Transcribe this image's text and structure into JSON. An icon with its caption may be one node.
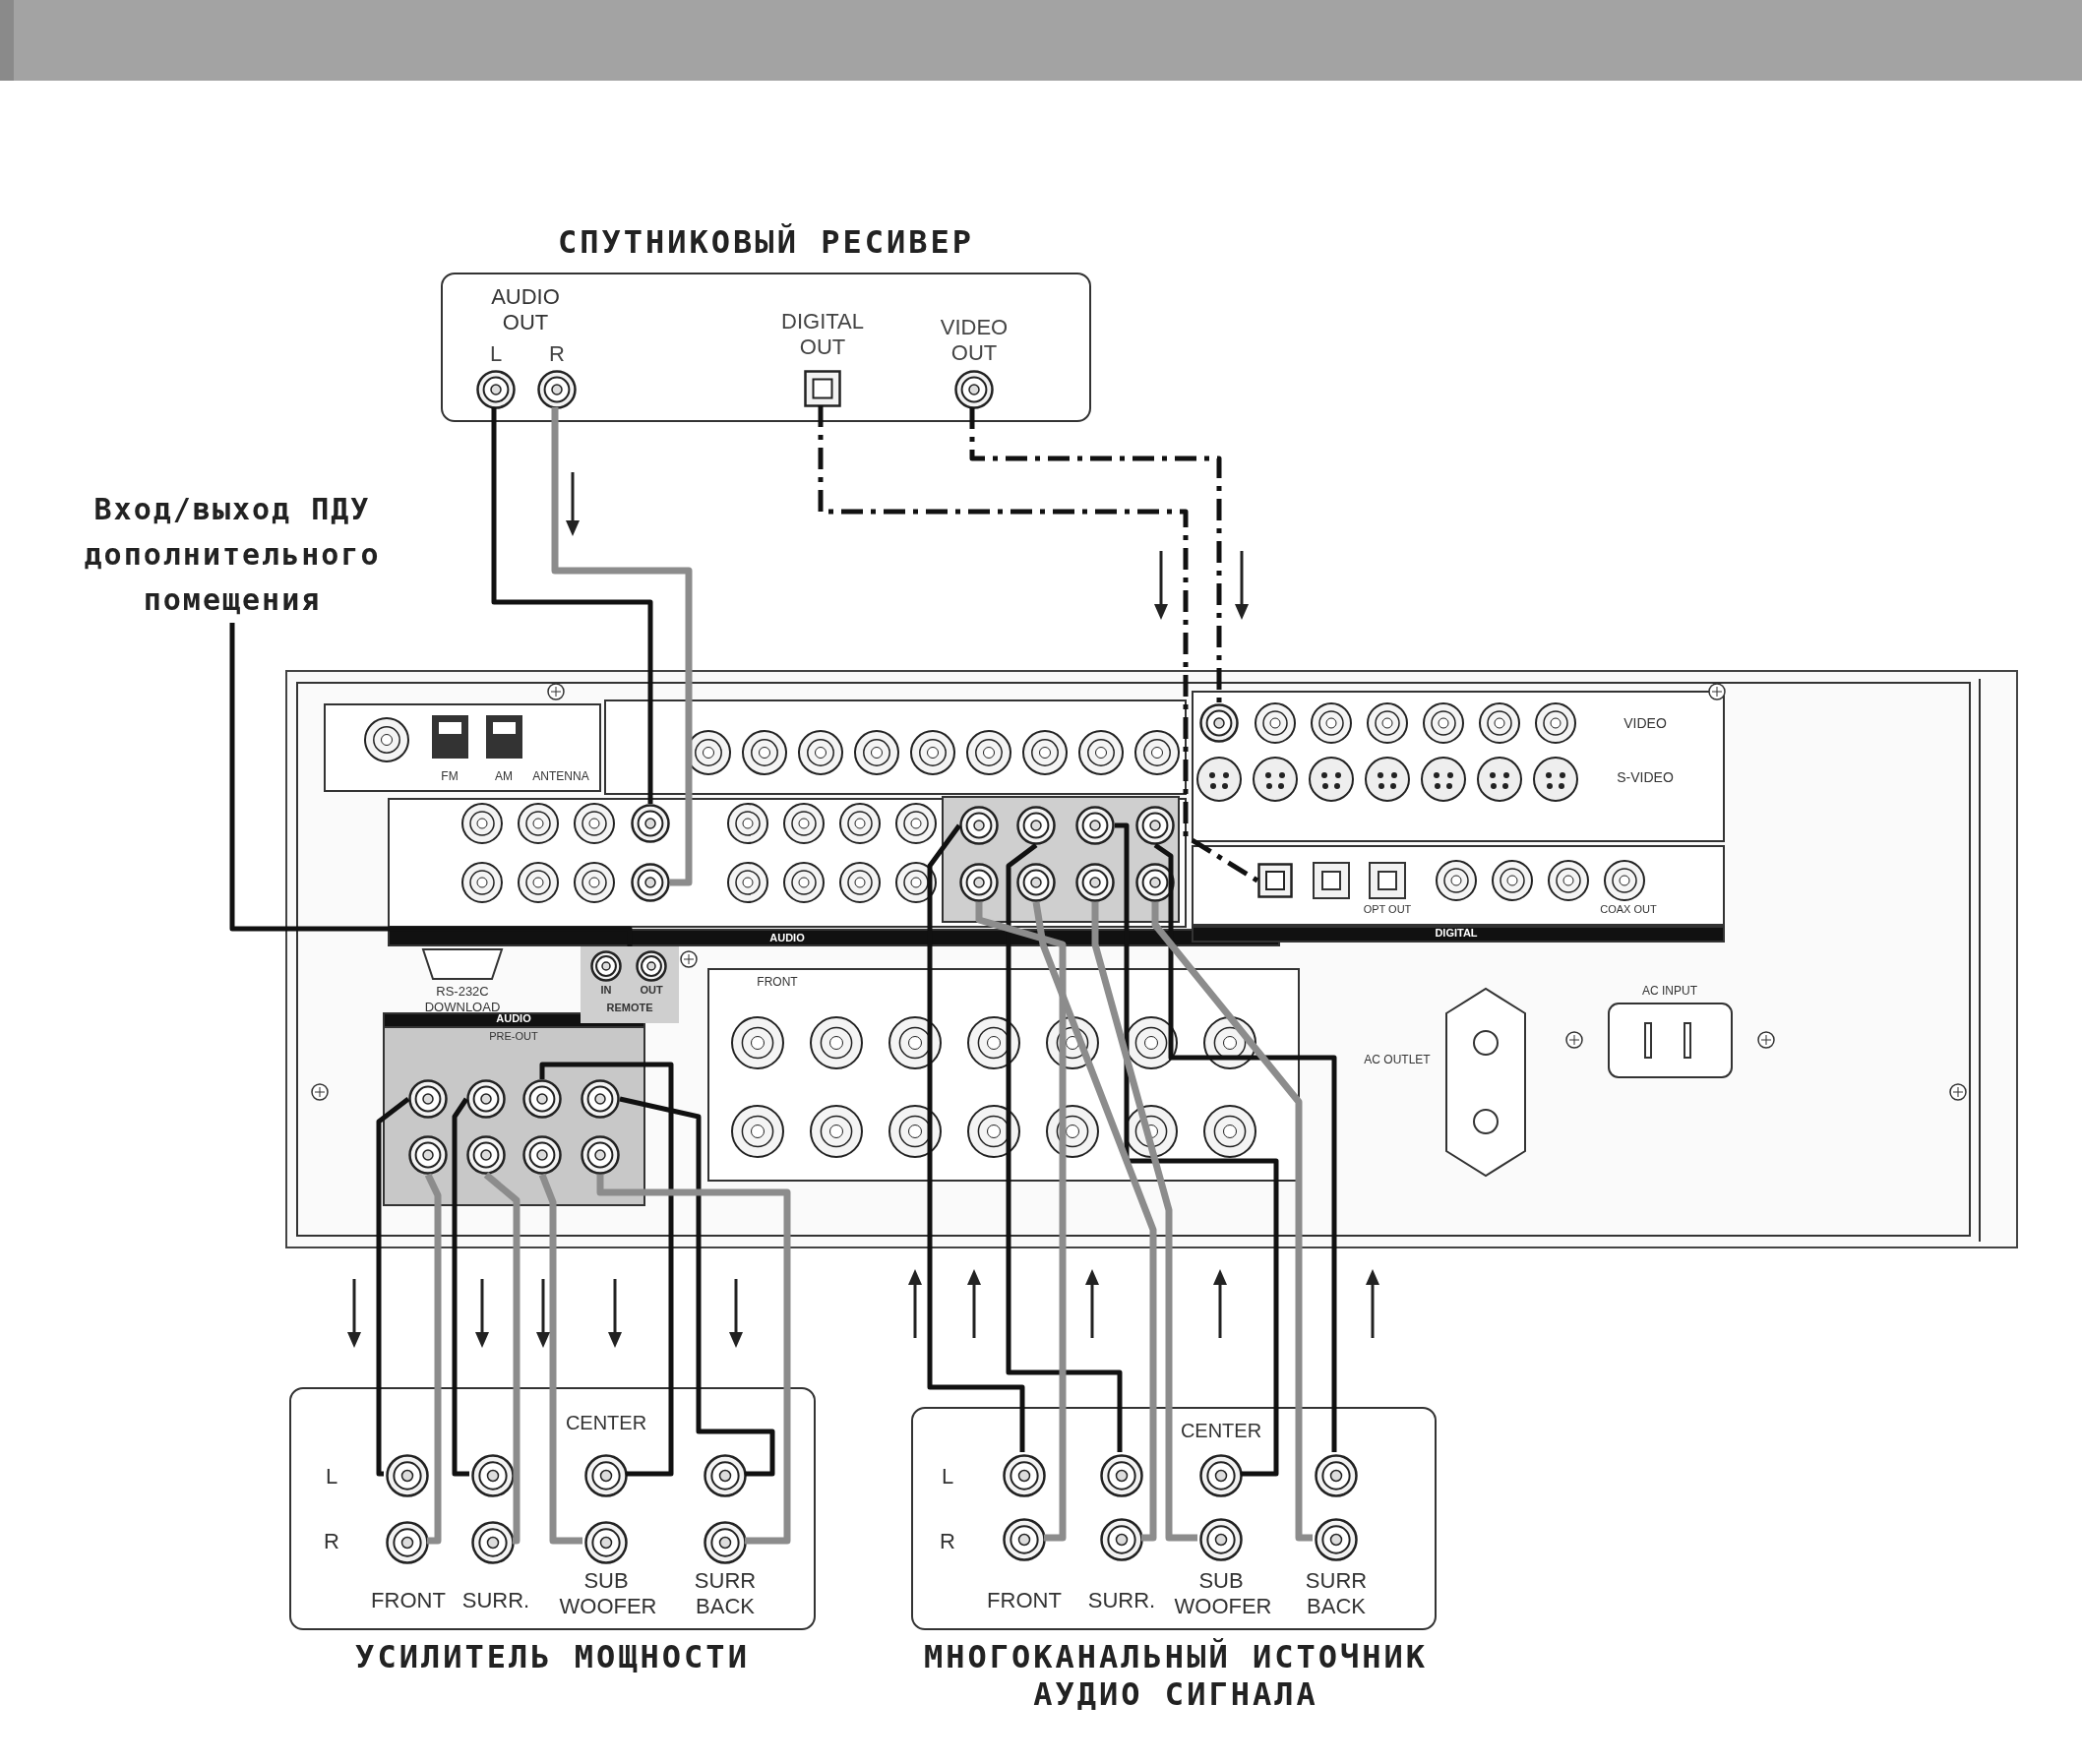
{
  "diagram": {
    "nodes": [
      {
        "text": [
          "СПУТНИКОВЫЙ РЕСИВЕР",
          "AUDIO OUT"
        ]
      },
      {
        "text": [
          "L"
        ],
        "in": 0
      },
      {
        "text": [
          "R"
        ],
        "in": 0
      },
      {
        "text": [
          "DIGITAL OUT"
        ],
        "in": 0
      },
      {
        "text": [
          "VIDEO OUT"
        ],
        "in": 0
      },
      {
        "text": [
          "Вход/выход ПДУ дополнительного помещения"
        ]
      },
      {
        "text": [
          "FM",
          "AM",
          "ANTENNA",
          "VIDEO",
          "S-VIDEO",
          "OPT OUT",
          "COAX OUT",
          "AUDIO",
          "DIGITAL",
          "RS-232C DOWNLOAD",
          "AUDIO",
          "PRE-OUT",
          "FRONT",
          "AC INPUT",
          "AC OUTLET"
        ]
      },
      {
        "text": [],
        "shape": "circle",
        "in": 6
      },
      {
        "text": [],
        "shape": "circle",
        "in": 6
      },
      {
        "text": [],
        "shape": "circle",
        "in": 6
      },
      {
        "text": [],
        "shape": "box",
        "in": 6
      },
      {
        "text": [
          "IN",
          "OUT",
          "REMOTE"
        ],
        "in": 6
      },
      {
        "text": [],
        "shape": "circle",
        "in": 6
      },
      {
        "text": [],
        "shape": "circle",
        "in": 6
      },
      {
        "text": [],
        "shape": "circle",
        "in": 6
      },
      {
        "text": [],
        "shape": "circle",
        "in": 6
      },
      {
        "text": [],
        "shape": "circle",
        "in": 6
      },
      {
        "text": [],
        "shape": "circle",
        "in": 6
      },
      {
        "text": [],
        "shape": "circle",
        "in": 6
      },
      {
        "text": [],
        "shape": "circle",
        "in": 6
      },
      {
        "text": [],
        "shape": "circle",
        "in": 6
      },
      {
        "text": [],
        "shape": "circle",
        "in": 6
      },
      {
        "text": [],
        "shape": "circle",
        "in": 6
      },
      {
        "text": [],
        "shape": "circle",
        "in": 6
      },
      {
        "text": [],
        "shape": "circle",
        "in": 6
      },
      {
        "text": [],
        "shape": "circle",
        "in": 6
      },
      {
        "text": [],
        "shape": "circle",
        "in": 6
      },
      {
        "text": [],
        "shape": "circle",
        "in": 6
      },
      {
        "text": [
          "УСИЛИТЕЛЬ МОЩНОСТИ",
          "L",
          "R",
          "CENTER",
          "FRONT",
          "SURR.",
          "SUB WOOFER",
          "SURR BACK"
        ]
      },
      {
        "text": [],
        "shape": "circle",
        "in": 28
      },
      {
        "text": [],
        "shape": "circle",
        "in": 28
      },
      {
        "text": [],
        "shape": "circle",
        "in": 28
      },
      {
        "text": [],
        "shape": "circle",
        "in": 28
      },
      {
        "text": [],
        "shape": "circle",
        "in": 28
      },
      {
        "text": [],
        "shape": "circle",
        "in": 28
      },
      {
        "text": [],
        "shape": "circle",
        "in": 28
      },
      {
        "text": [],
        "shape": "circle",
        "in": 28
      },
      {
        "text": [
          "МНОГОКАНАЛЬНЫЙ ИСТОЧНИК АУДИО СИГНАЛА",
          "L",
          "R",
          "CENTER",
          "FRONT",
          "SURR.",
          "SUB WOOFER",
          "SURR BACK"
        ]
      },
      {
        "text": [],
        "shape": "circle",
        "in": 37
      },
      {
        "text": [],
        "shape": "circle",
        "in": 37
      },
      {
        "text": [],
        "shape": "circle",
        "in": 37
      },
      {
        "text": [],
        "shape": "circle",
        "in": 37
      },
      {
        "text": [],
        "shape": "circle",
        "in": 37
      },
      {
        "text": [],
        "shape": "circle",
        "in": 37
      },
      {
        "text": [],
        "shape": "circle",
        "in": 37
      },
      {
        "text": [],
        "shape": "circle",
        "in": 37
      }
    ],
    "edges": [
      {
        "from": 1,
        "to": 7,
        "arrow": "none"
      },
      {
        "from": 2,
        "to": 8,
        "arrow": "none",
        "color": "#8c8c8c"
      },
      {
        "from": 3,
        "to": 10,
        "arrow": "none",
        "style": "dashed"
      },
      {
        "from": 4,
        "to": 9,
        "arrow": "none",
        "style": "dashed"
      },
      {
        "from": 5,
        "to": 11,
        "arrow": "none"
      },
      {
        "from": 20,
        "to": 29,
        "arrow": "none"
      },
      {
        "from": 21,
        "to": 30,
        "arrow": "none"
      },
      {
        "from": 22,
        "to": 31,
        "arrow": "none"
      },
      {
        "from": 23,
        "to": 32,
        "arrow": "none"
      },
      {
        "from": 24,
        "to": 33,
        "arrow": "none",
        "color": "#8c8c8c"
      },
      {
        "from": 25,
        "to": 34,
        "arrow": "none",
        "color": "#8c8c8c"
      },
      {
        "from": 26,
        "to": 35,
        "arrow": "none",
        "color": "#8c8c8c"
      },
      {
        "from": 27,
        "to": 36,
        "arrow": "none",
        "color": "#8c8c8c"
      },
      {
        "from": 38,
        "to": 12,
        "arrow": "none"
      },
      {
        "from": 39,
        "to": 13,
        "arrow": "none"
      },
      {
        "from": 40,
        "to": 14,
        "arrow": "none"
      },
      {
        "from": 41,
        "to": 15,
        "arrow": "none"
      },
      {
        "from": 42,
        "to": 16,
        "arrow": "none",
        "color": "#8c8c8c"
      },
      {
        "from": 43,
        "to": 17,
        "arrow": "none",
        "color": "#8c8c8c"
      },
      {
        "from": 44,
        "to": 18,
        "arrow": "none",
        "color": "#8c8c8c"
      },
      {
        "from": 45,
        "to": 19,
        "arrow": "none",
        "color": "#8c8c8c"
      }
    ]
  }
}
